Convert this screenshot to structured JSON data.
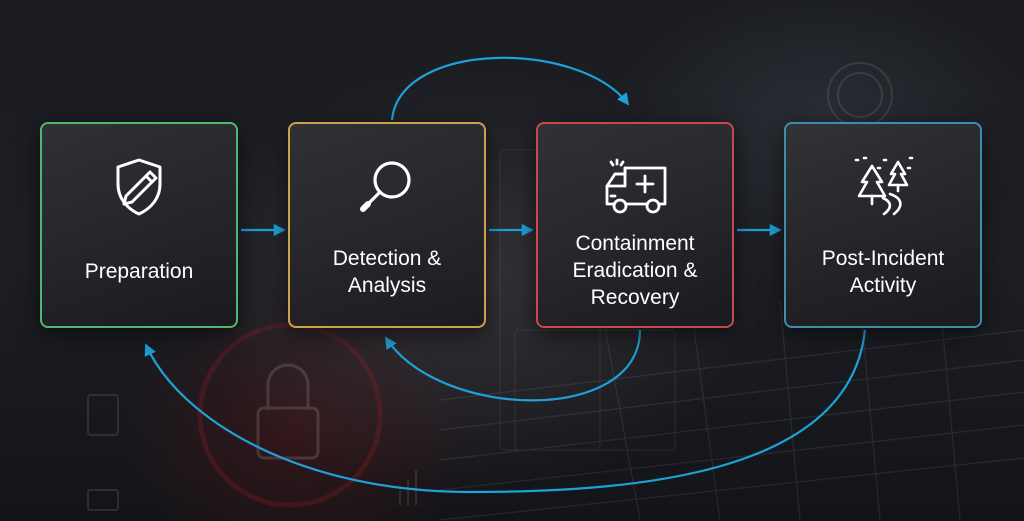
{
  "phases": [
    {
      "label": "Preparation",
      "icon": "shield-pen-icon"
    },
    {
      "label": "Detection &\nAnalysis",
      "icon": "magnifier-icon"
    },
    {
      "label": "Containment\nEradication &\nRecovery",
      "icon": "ambulance-icon"
    },
    {
      "label": "Post-Incident\nActivity",
      "icon": "trees-road-icon"
    }
  ],
  "colors": {
    "arrow": "#1fa0d8",
    "preparation_border": "#4fb86e",
    "detection_border": "#c9a24a",
    "containment_border": "#c84a48",
    "post_incident_border": "#3d8ea8"
  }
}
